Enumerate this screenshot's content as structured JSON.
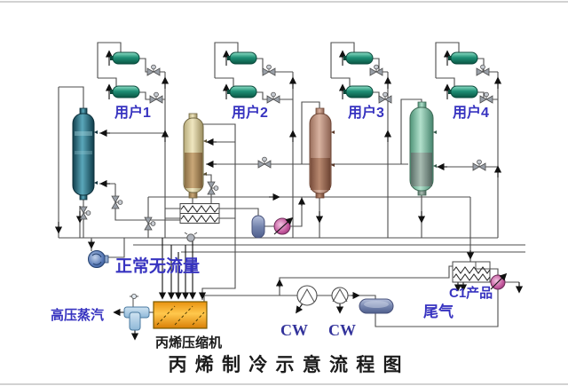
{
  "diagram": {
    "title": "丙 烯 制 冷 示 意 流 程 图",
    "users": [
      {
        "label": "用户1"
      },
      {
        "label": "用户2"
      },
      {
        "label": "用户3"
      },
      {
        "label": "用户4"
      }
    ],
    "labels": {
      "compressor": "丙烯压缩机",
      "hp_steam": "高压蒸汽",
      "normal_no_flow": "正常无流量",
      "cw_1": "CW",
      "cw_2": "CW",
      "c1_product": "C1产品",
      "tail_gas": "尾气"
    },
    "colors": {
      "label_blue": "#3733c0",
      "cw_blue": "#33339b",
      "pipe_gray": "#4d4d4d",
      "drum_teal": "#1f8f75",
      "column_teal": "#2f7d93",
      "vessel_beige": "#d8c89a",
      "vessel_brown": "#b98970",
      "vessel_green": "#8fccb4",
      "compressor_orange": "#f5a623",
      "pump_pink": "#c2559b",
      "pump_blue": "#5577b5",
      "title_black": "#1b1b1b"
    }
  }
}
